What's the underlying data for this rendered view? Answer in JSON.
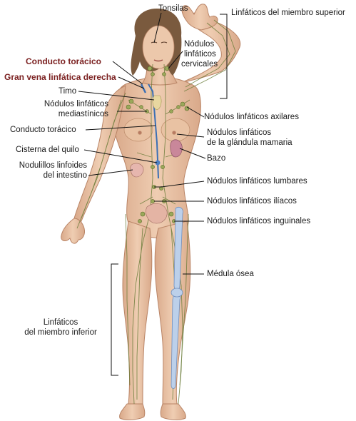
{
  "labels": {
    "tonsilas": "Tonsilas",
    "upper_limb_lymphatics": "Linfáticos del miembro superior",
    "cervical_nodes_l1": "Nódulos",
    "cervical_nodes_l2": "linfáticos",
    "cervical_nodes_l3": "cervicales",
    "thoracic_duct_red": "Conducto torácico",
    "right_lymphatic_duct_red": "Gran vena linfática derecha",
    "thymus": "Timo",
    "mediastinal_nodes_l1": "Nódulos linfáticos",
    "mediastinal_nodes_l2": "mediastínicos",
    "thoracic_duct": "Conducto torácico",
    "cisterna_chyli": "Cisterna del quilo",
    "intestinal_nodules_l1": "Nodulillos linfoides",
    "intestinal_nodules_l2": "del intestino",
    "axillary_nodes": "Nódulos linfáticos axilares",
    "mammary_nodes_l1": "Nódulos linfáticos",
    "mammary_nodes_l2": "de la glándula mamaria",
    "spleen": "Bazo",
    "lumbar_nodes": "Nódulos linfáticos lumbares",
    "iliac_nodes": "Nódulos linfáticos ilíacos",
    "inguinal_nodes": "Nódulos linfáticos inguinales",
    "bone_marrow": "Médula ósea",
    "lower_limb_lymphatics_l1": "Linfáticos",
    "lower_limb_lymphatics_l2": "del miembro inferior"
  },
  "colors": {
    "skin": "#e8c4a6",
    "skin_shadow": "#d6a684",
    "hair": "#7a5a3e",
    "lymph": "#6b7d3a",
    "node": "#9aa85a",
    "duct_blue": "#3a6fb5",
    "spleen": "#c9879a",
    "marrow": "#a9c0e0",
    "leader": "#111111",
    "red_text": "#7a1f1f"
  }
}
